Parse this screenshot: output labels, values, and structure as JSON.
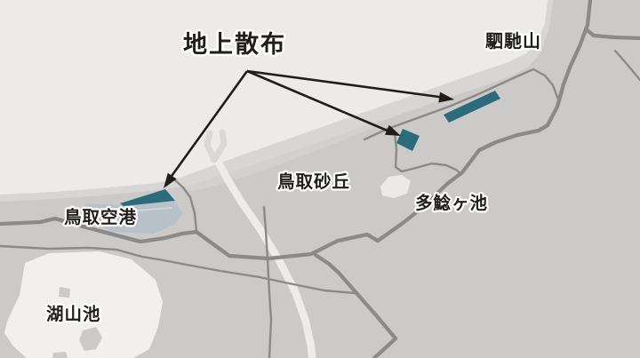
{
  "figure": {
    "title": "地上散布"
  },
  "labels": {
    "mountain": "駟馳山",
    "dunes": "鳥取砂丘",
    "pond": "多鯰ヶ池",
    "airport": "鳥取空港",
    "lake": "湖山池"
  },
  "spray_sites": [
    {
      "name": "airport-strip",
      "near": "鳥取空港"
    },
    {
      "name": "dune-west-patch",
      "near": "鳥取砂丘"
    },
    {
      "name": "coast-east-strip",
      "near": "駟馳山"
    }
  ],
  "colors": {
    "sea": "#ECEBEA",
    "coast_band": "#D8D6D4",
    "dune_slope": "#D3D1D0",
    "land": "#CBCAC9",
    "road": "#8B8A89",
    "river": "#EDECEB",
    "river_mouth": "#DAD8D6",
    "lake": "#F1F0EF",
    "pond_fill": "#EBEAE9",
    "airport_area": "#B7C2C8",
    "runway_line": "#CDD5D9",
    "spray_area": "#2B6B7B",
    "ink": "#231D1A"
  }
}
